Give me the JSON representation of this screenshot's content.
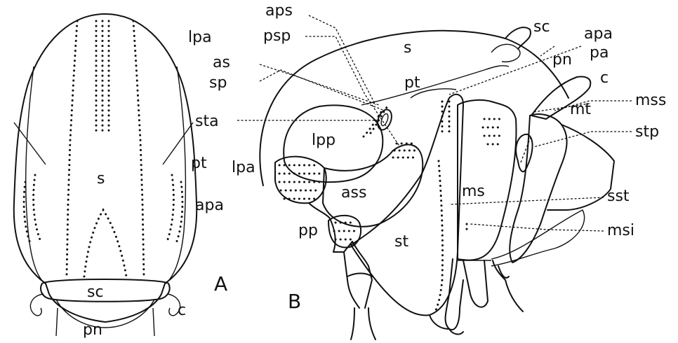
{
  "panels": {
    "a": "A",
    "b": "B"
  },
  "labels_a": {
    "lpa": "lpa",
    "s": "s",
    "pt": "pt",
    "apa": "apa",
    "sc": "sc",
    "c": "c",
    "pn": "pn"
  },
  "labels_b": {
    "aps": "aps",
    "psp": "psp",
    "as": "as",
    "sp": "sp",
    "sta": "sta",
    "s": "s",
    "pt": "pt",
    "lpp": "lpp",
    "lpa": "lpa",
    "ass": "ass",
    "pp": "pp",
    "st": "st",
    "sc": "sc",
    "apa": "apa",
    "pa": "pa",
    "pn": "pn",
    "c": "c",
    "mt": "mt",
    "mss": "mss",
    "stp": "stp",
    "ms": "ms",
    "sst": "sst",
    "msi": "msi"
  }
}
